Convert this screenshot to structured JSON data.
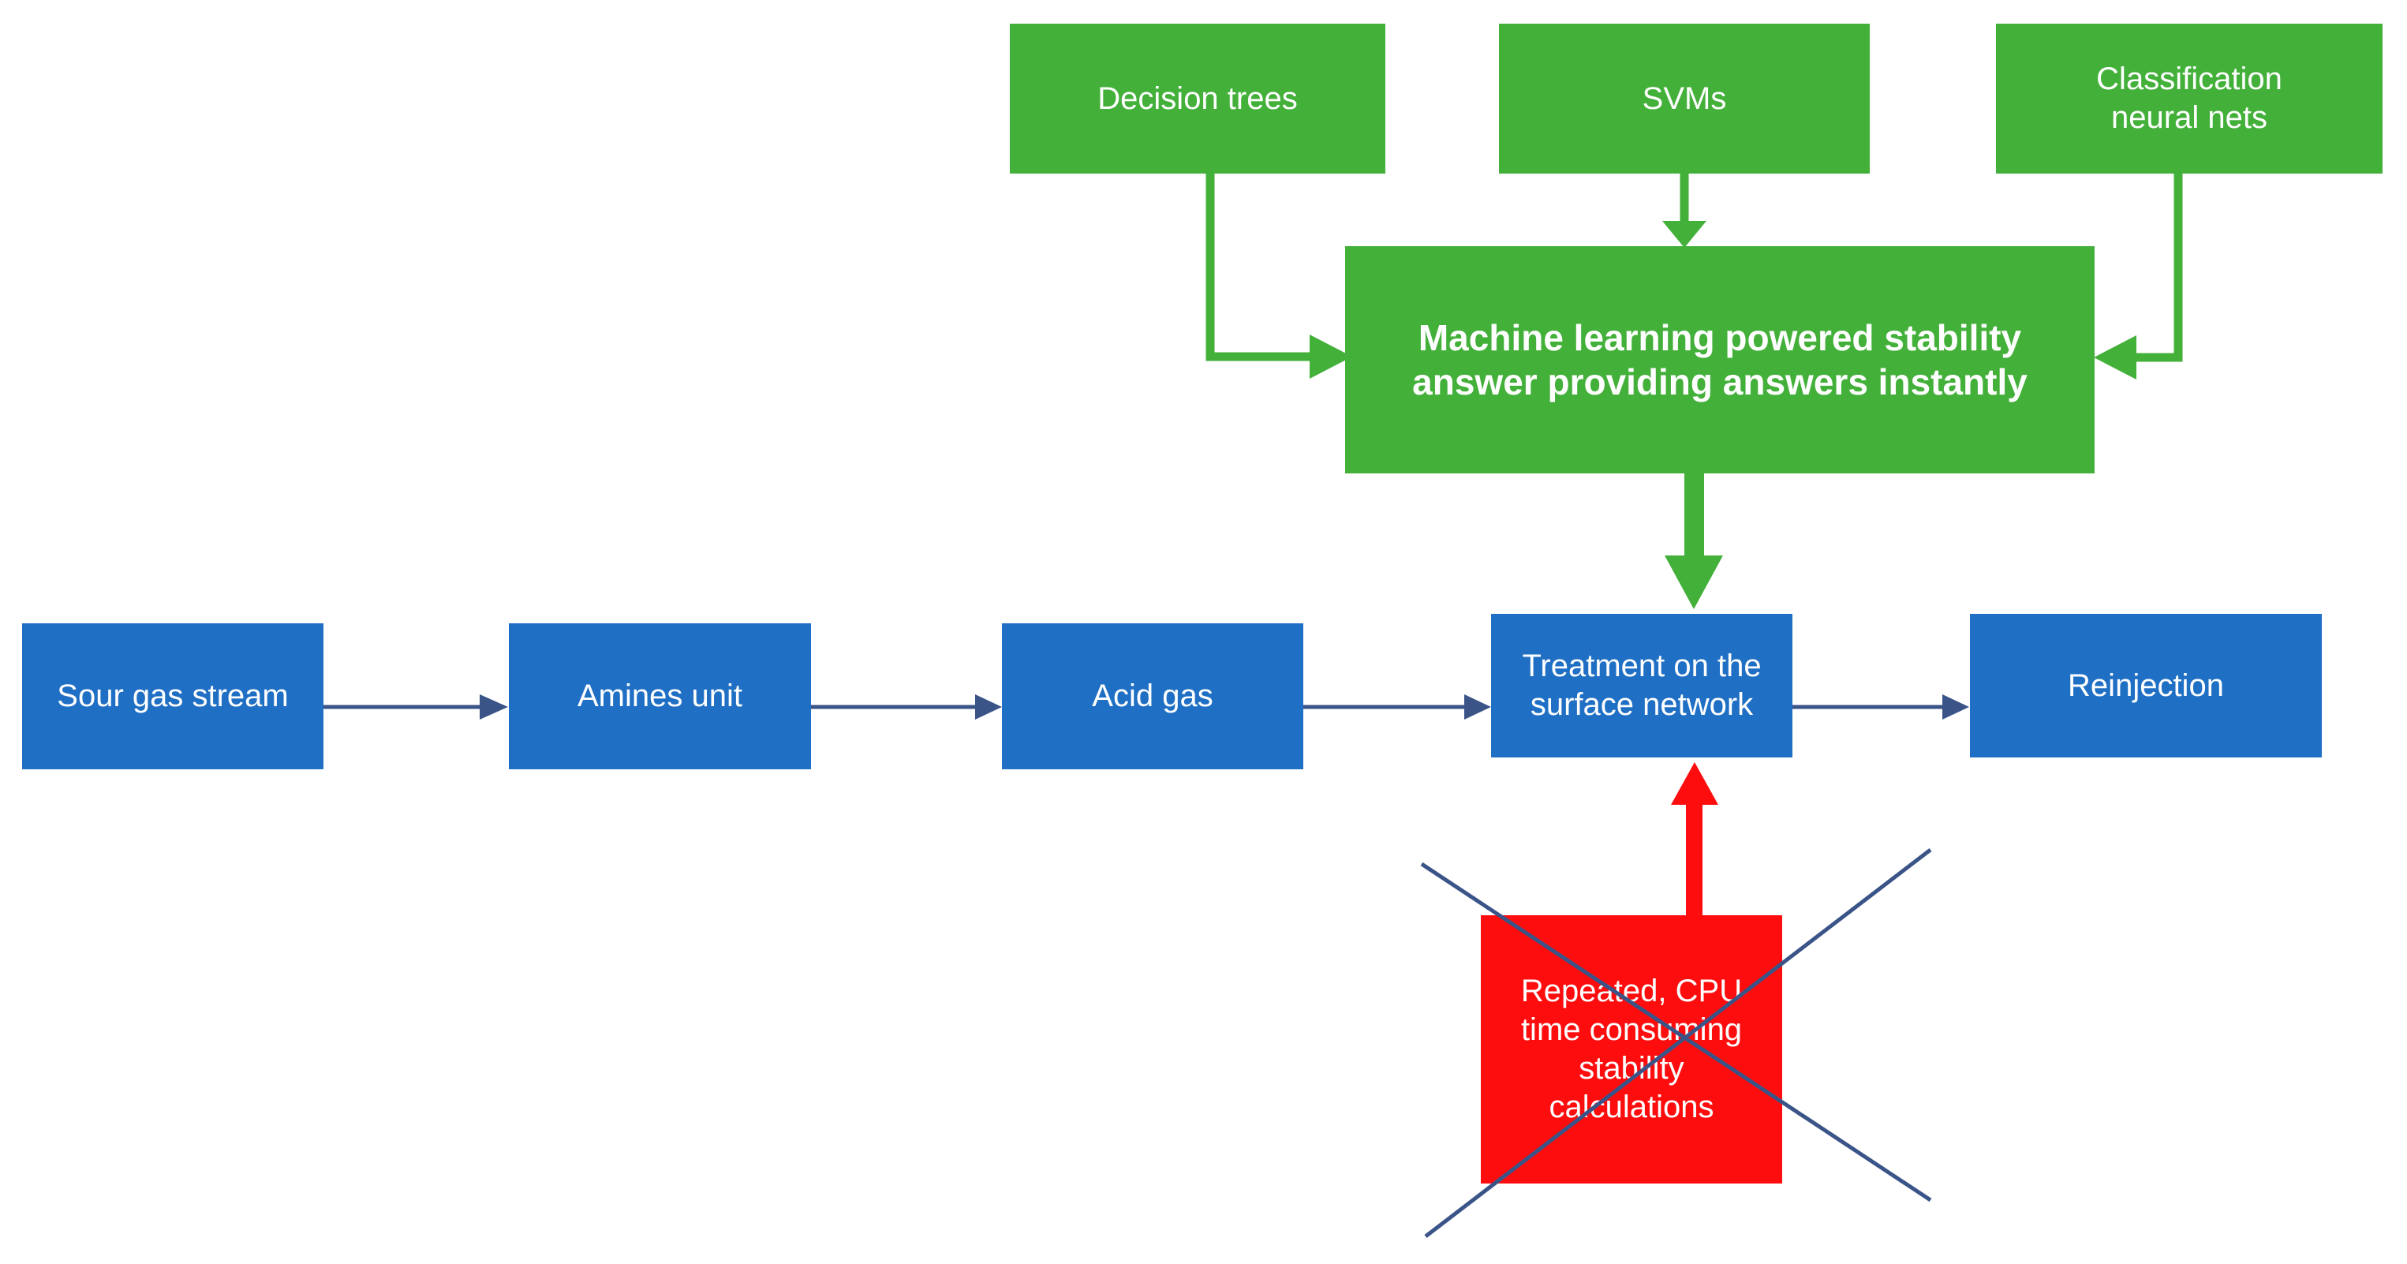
{
  "diagram": {
    "type": "flowchart",
    "title": "Machine learning replacing repeated stability calculations in acid gas reinjection workflow",
    "colors": {
      "green": "#43b03a",
      "blue": "#1f6fc4",
      "red": "#fd0d0d",
      "arrow_blue": "#3b5488",
      "cross_out_blue": "#3b5488",
      "text_on_fill": "#ffffff",
      "background": "#ffffff"
    },
    "ml_methods": [
      {
        "id": "decision-trees",
        "label": "Decision trees"
      },
      {
        "id": "svms",
        "label": "SVMs"
      },
      {
        "id": "classification-neural-nets",
        "label": "Classification\nneural nets"
      }
    ],
    "ml_hub": {
      "id": "ml-stability-answer",
      "label": "Machine learning powered stability answer providing answers instantly",
      "bold": true
    },
    "process_chain": [
      {
        "id": "sour-gas-stream",
        "label": "Sour gas stream"
      },
      {
        "id": "amines-unit",
        "label": "Amines unit"
      },
      {
        "id": "acid-gas",
        "label": "Acid gas"
      },
      {
        "id": "treatment-surface-network",
        "label": "Treatment on the surface network"
      },
      {
        "id": "reinjection",
        "label": "Reinjection"
      }
    ],
    "deprecated_node": {
      "id": "repeated-stability-calculations",
      "label": "Repeated, CPU time consuming stability calculations",
      "crossed_out": true
    },
    "connections": [
      {
        "from": "decision-trees",
        "to": "ml-stability-answer",
        "color": "green",
        "style": "elbow"
      },
      {
        "from": "svms",
        "to": "ml-stability-answer",
        "color": "green",
        "style": "straight-down"
      },
      {
        "from": "classification-neural-nets",
        "to": "ml-stability-answer",
        "color": "green",
        "style": "elbow"
      },
      {
        "from": "ml-stability-answer",
        "to": "treatment-surface-network",
        "color": "green",
        "style": "thick-down"
      },
      {
        "from": "sour-gas-stream",
        "to": "amines-unit",
        "color": "arrow_blue",
        "style": "straight-right"
      },
      {
        "from": "amines-unit",
        "to": "acid-gas",
        "color": "arrow_blue",
        "style": "straight-right"
      },
      {
        "from": "acid-gas",
        "to": "treatment-surface-network",
        "color": "arrow_blue",
        "style": "straight-right"
      },
      {
        "from": "treatment-surface-network",
        "to": "reinjection",
        "color": "arrow_blue",
        "style": "straight-right"
      },
      {
        "from": "repeated-stability-calculations",
        "to": "treatment-surface-network",
        "color": "red",
        "style": "thick-up"
      }
    ]
  }
}
